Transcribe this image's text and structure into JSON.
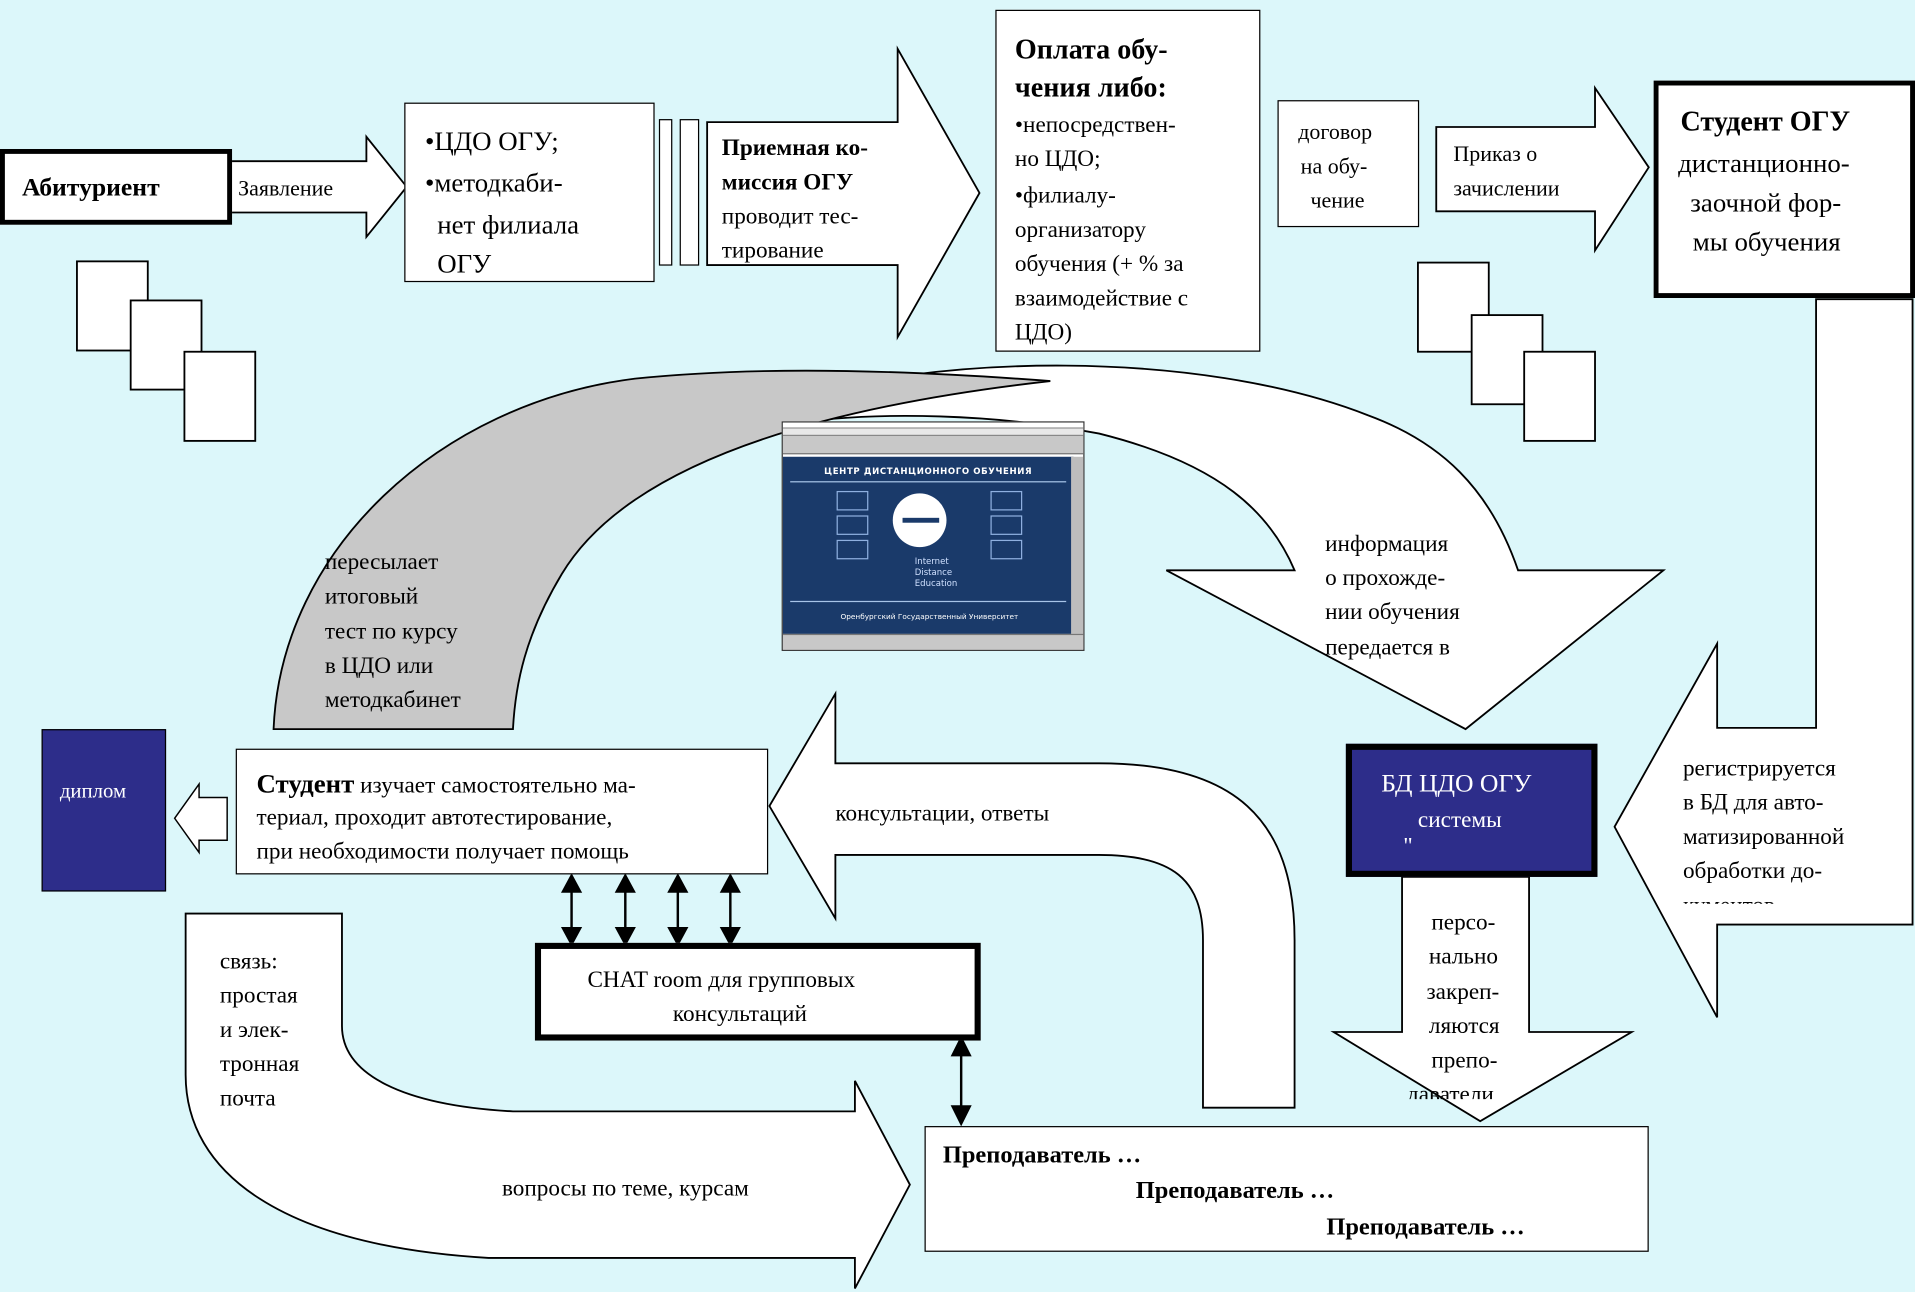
{
  "applicant": "Абитуриент",
  "statement": "Заявление",
  "offices": [
    "•ЦДО ОГУ;",
    "•методкаби-",
    "нет  филиала",
    "ОГУ"
  ],
  "commission": {
    "line1": "Приемная ко-",
    "line2": "миссия ОГУ",
    "line3": "проводит тес-",
    "line4": "тирование"
  },
  "payment": {
    "title1": "Оплата обу-",
    "title2": "чения либо:",
    "items": [
      "•непосредствен-",
      "но ЦДО;",
      "•филиалу-",
      "организатору",
      "обучения (+ % за",
      "взаимодействие с",
      "ЦДО)"
    ]
  },
  "contract": [
    "договор",
    "на обу-",
    "чение"
  ],
  "order": [
    "Приказ о",
    "зачислении"
  ],
  "ogu_student": {
    "title": "Студент ОГУ",
    "lines": [
      "дистанционно-",
      "заочной фор-",
      "мы обучения"
    ]
  },
  "final_test": [
    "пересылает",
    "итоговый",
    "тест по курсу",
    "в ЦДО или",
    "методкабинет"
  ],
  "info": [
    "информация",
    "о прохожде-",
    "нии обучения",
    "передается в"
  ],
  "website": {
    "header": "ЦЕНТР ДИСТАНЦИОННОГО ОБУЧЕНИЯ",
    "caption": [
      "Internet",
      "Distance",
      "Education"
    ],
    "footer": "Оренбургский Государственный Университет"
  },
  "diploma": "диплом",
  "student": {
    "bold": "Студент",
    "text1": " изучает самостоятельно ма-",
    "text2": "териал, проходит автотестирование,",
    "text3": "при необходимости получает помощь"
  },
  "consult": "консультации, ответы",
  "db": {
    "line1": "БД ЦДО ОГУ",
    "line2": "системы",
    "line3": "\""
  },
  "register": [
    "регистрируется",
    "в БД для авто-",
    "матизированной",
    "обработки до-",
    "кументов"
  ],
  "chat": {
    "line1": "CHAT room для групповых",
    "line2": "консультаций"
  },
  "mail": [
    "связь:",
    "простая",
    "и элек-",
    "тронная",
    "почта"
  ],
  "assign": [
    "персо-",
    "нально",
    "закреп-",
    "ляются",
    "препо-",
    "даватели"
  ],
  "questions": "вопросы по теме, курсам",
  "teachers": [
    "Преподаватель …",
    "Преподаватель …",
    "Преподаватель …"
  ],
  "colors": {
    "background": "#dcf7fa",
    "dark_blue": "#2d2d8a",
    "gray_arrow": "#c8c8c8",
    "screen_blue": "#1a3a6a"
  }
}
